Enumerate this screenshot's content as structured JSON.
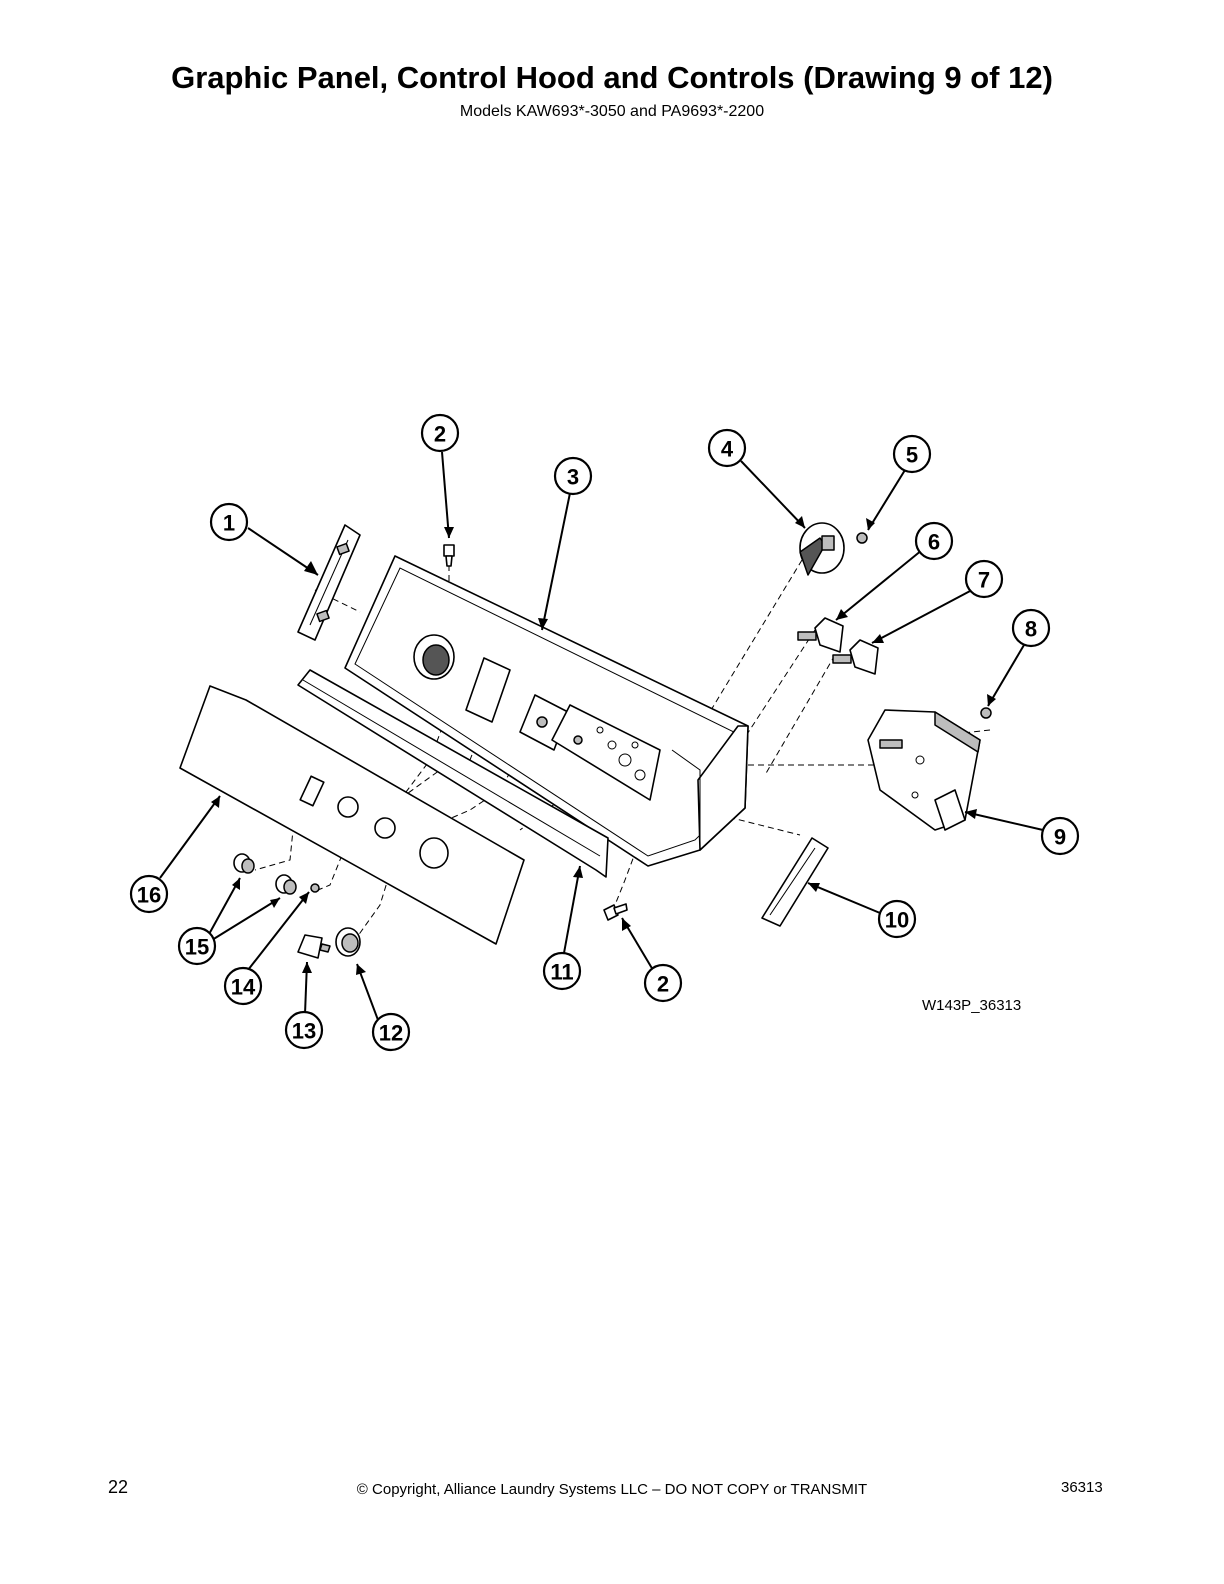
{
  "header": {
    "title": "Graphic Panel, Control Hood and Controls (Drawing 9 of 12)",
    "subtitle": "Models KAW693*-3050 and PA9693*-2200"
  },
  "diagram": {
    "drawing_id": "W143P_36313",
    "callouts": [
      "1",
      "2",
      "3",
      "4",
      "5",
      "6",
      "7",
      "8",
      "9",
      "10",
      "11",
      "2",
      "12",
      "13",
      "14",
      "15",
      "16"
    ]
  },
  "footer": {
    "page_number": "22",
    "copyright": "© Copyright, Alliance Laundry Systems LLC – DO NOT COPY or TRANSMIT",
    "doc_number": "36313"
  }
}
